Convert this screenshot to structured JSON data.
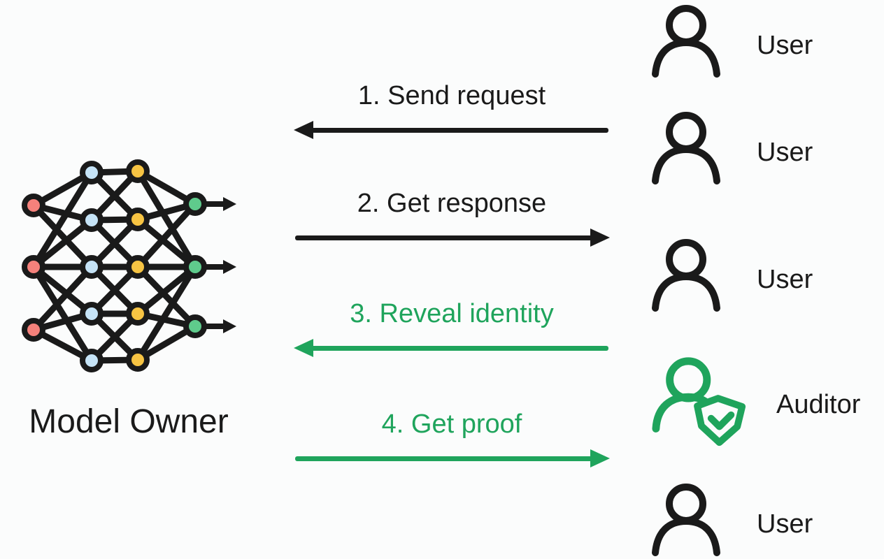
{
  "colors": {
    "background": "#fbfcfc",
    "ink": "#1a1a1a",
    "green": "#1fa45c",
    "node_red": "#f5817b",
    "node_blue": "#c6e4f7",
    "node_yellow": "#f7c443",
    "node_green": "#5fcb8c"
  },
  "model_owner": {
    "label": "Model Owner",
    "icon": "neural-network-icon",
    "network": {
      "layers": [
        {
          "count": 3,
          "color_key": "node_red"
        },
        {
          "count": 5,
          "color_key": "node_blue"
        },
        {
          "count": 5,
          "color_key": "node_yellow"
        },
        {
          "count": 3,
          "color_key": "node_green"
        }
      ]
    }
  },
  "messages": [
    {
      "order": 1,
      "label": "1. Send request",
      "direction": "left",
      "color": "ink"
    },
    {
      "order": 2,
      "label": "2. Get response",
      "direction": "right",
      "color": "ink"
    },
    {
      "order": 3,
      "label": "3. Reveal identity",
      "direction": "left",
      "color": "green"
    },
    {
      "order": 4,
      "label": "4. Get proof",
      "direction": "right",
      "color": "green"
    }
  ],
  "actors": [
    {
      "label": "User",
      "type": "user"
    },
    {
      "label": "User",
      "type": "user"
    },
    {
      "label": "User",
      "type": "user"
    },
    {
      "label": "Auditor",
      "type": "auditor"
    },
    {
      "label": "User",
      "type": "user"
    }
  ]
}
